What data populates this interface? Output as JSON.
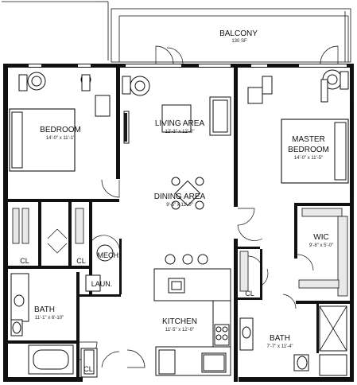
{
  "rooms": {
    "balcony": {
      "name": "BALCONY",
      "area": "130 SF"
    },
    "bedroom": {
      "name": "BEDROOM",
      "dims": "14'-0\" x 11'-1\""
    },
    "living": {
      "name": "LIVING AREA",
      "dims": "12'-3\" x 12'-0\""
    },
    "master_bedroom": {
      "name_line1": "MASTER",
      "name_line2": "BEDROOM",
      "dims": "14'-0\" x 11'-5\""
    },
    "dining": {
      "name": "DINING AREA",
      "dims": "9'-5\" x 12'-0\""
    },
    "wic": {
      "name": "WIC",
      "dims": "9'-8\" x 5'-0\""
    },
    "mech": {
      "name": "MECH."
    },
    "laundry": {
      "name": "LAUN."
    },
    "bath_left": {
      "name": "BATH",
      "dims": "11'-1\" x 6'-10\""
    },
    "kitchen": {
      "name": "KITCHEN",
      "dims": "11'-5\" x 12'-0\""
    },
    "bath_right": {
      "name": "BATH",
      "dims": "7'-7\" x 11'-4\""
    }
  },
  "closets": {
    "cl_left_a": "CL",
    "cl_left_b": "CL",
    "cl_right": "CL",
    "cl_entry": "CL"
  }
}
